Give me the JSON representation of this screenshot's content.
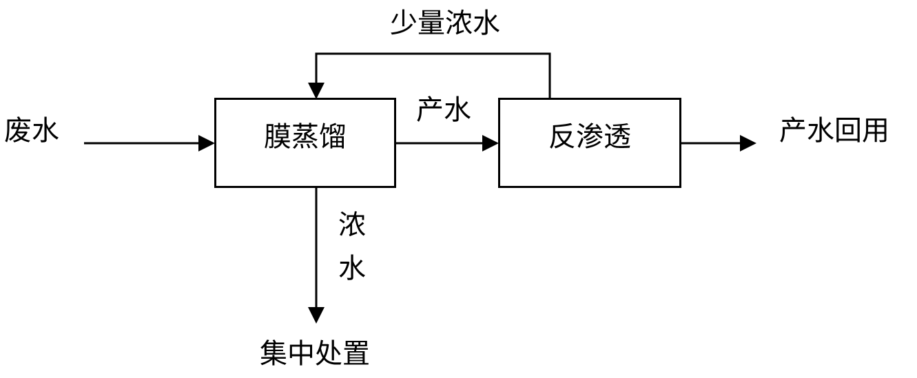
{
  "nodes": {
    "membrane_distillation": "膜蒸馏",
    "reverse_osmosis": "反渗透"
  },
  "labels": {
    "inflow": "废水",
    "recycle": "少量浓水",
    "product_between": "产水",
    "product_reuse": "产水回用",
    "concentrate_char1": "浓",
    "concentrate_char2": "水",
    "disposal": "集中处置"
  },
  "colors": {
    "line": "#000000",
    "background": "#ffffff"
  }
}
